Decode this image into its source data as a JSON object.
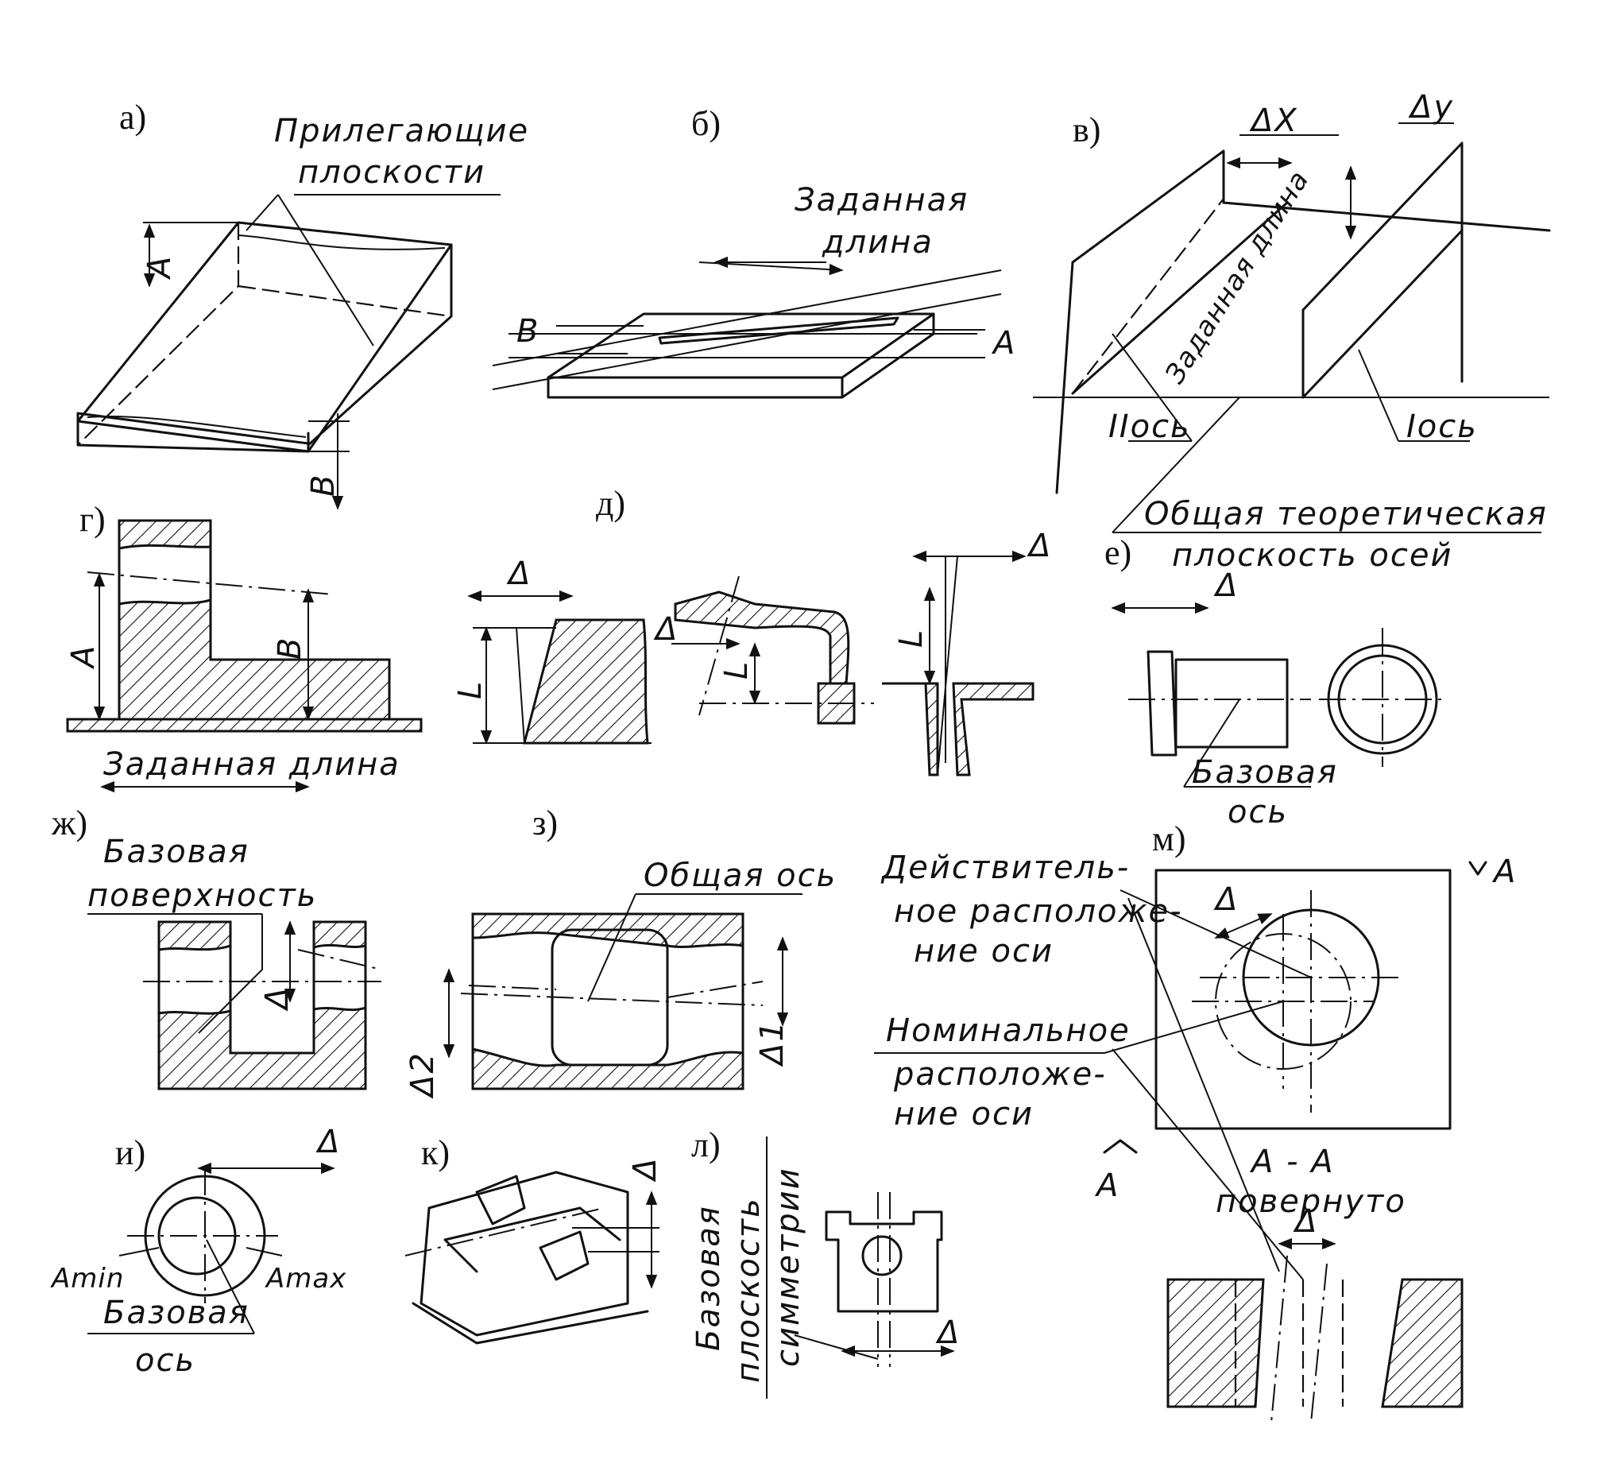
{
  "panels": {
    "a": {
      "label": "а)",
      "annot_line1": "Прилегающие",
      "annot_line2": "плоскости",
      "dim_a": "A",
      "dim_b": "B"
    },
    "b": {
      "label": "б)",
      "annot_line1": "Заданная",
      "annot_line2": "длина",
      "dim_b": "B",
      "dim_a": "A"
    },
    "v": {
      "label": "в)",
      "dx": "ΔX",
      "dy": "Δy",
      "along": "Заданная длина",
      "axis2": "IIось",
      "axis1": "Iось",
      "plane_line1": "Общая теоретическая",
      "plane_line2": "плоскость осей"
    },
    "g": {
      "label": "г)",
      "dim_a": "A",
      "dim_b": "B",
      "length": "Заданная длина"
    },
    "d": {
      "label": "д)",
      "delta1": "Δ",
      "l1": "L",
      "delta2": "Δ",
      "l2": "L",
      "delta3": "Δ",
      "l3": "L"
    },
    "e": {
      "label": "е)",
      "delta": "Δ",
      "base_line1": "Базовая",
      "base_line2": "ось"
    },
    "zh": {
      "label": "ж)",
      "base_line1": "Базовая",
      "base_line2": "поверхность",
      "delta": "Δ"
    },
    "z": {
      "label": "з)",
      "common_axis": "Общая ось",
      "delta1": "Δ1",
      "delta2": "Δ2"
    },
    "i": {
      "label": "и)",
      "delta": "Δ",
      "amin": "Amin",
      "amax": "Amax",
      "base_line1": "Базовая",
      "base_line2": "ось"
    },
    "k": {
      "label": "к)",
      "delta": "Δ"
    },
    "l": {
      "label": "л)",
      "base_line1": "Базовая",
      "base_line2": "плоскость",
      "base_line3": "симметрии",
      "delta": "Δ"
    },
    "m": {
      "label": "м)",
      "section_mark_top": "A",
      "section_mark_left": "A",
      "delta_top": "Δ",
      "actual_line1": "Действитель-",
      "actual_line2": "ное расположе-",
      "actual_line3": "ние оси",
      "nominal_line1": "Номинальное",
      "nominal_line2": "расположе-",
      "nominal_line3": "ние оси",
      "section_title": "A - A",
      "section_sub": "повернуто",
      "delta_bottom": "Δ"
    }
  }
}
